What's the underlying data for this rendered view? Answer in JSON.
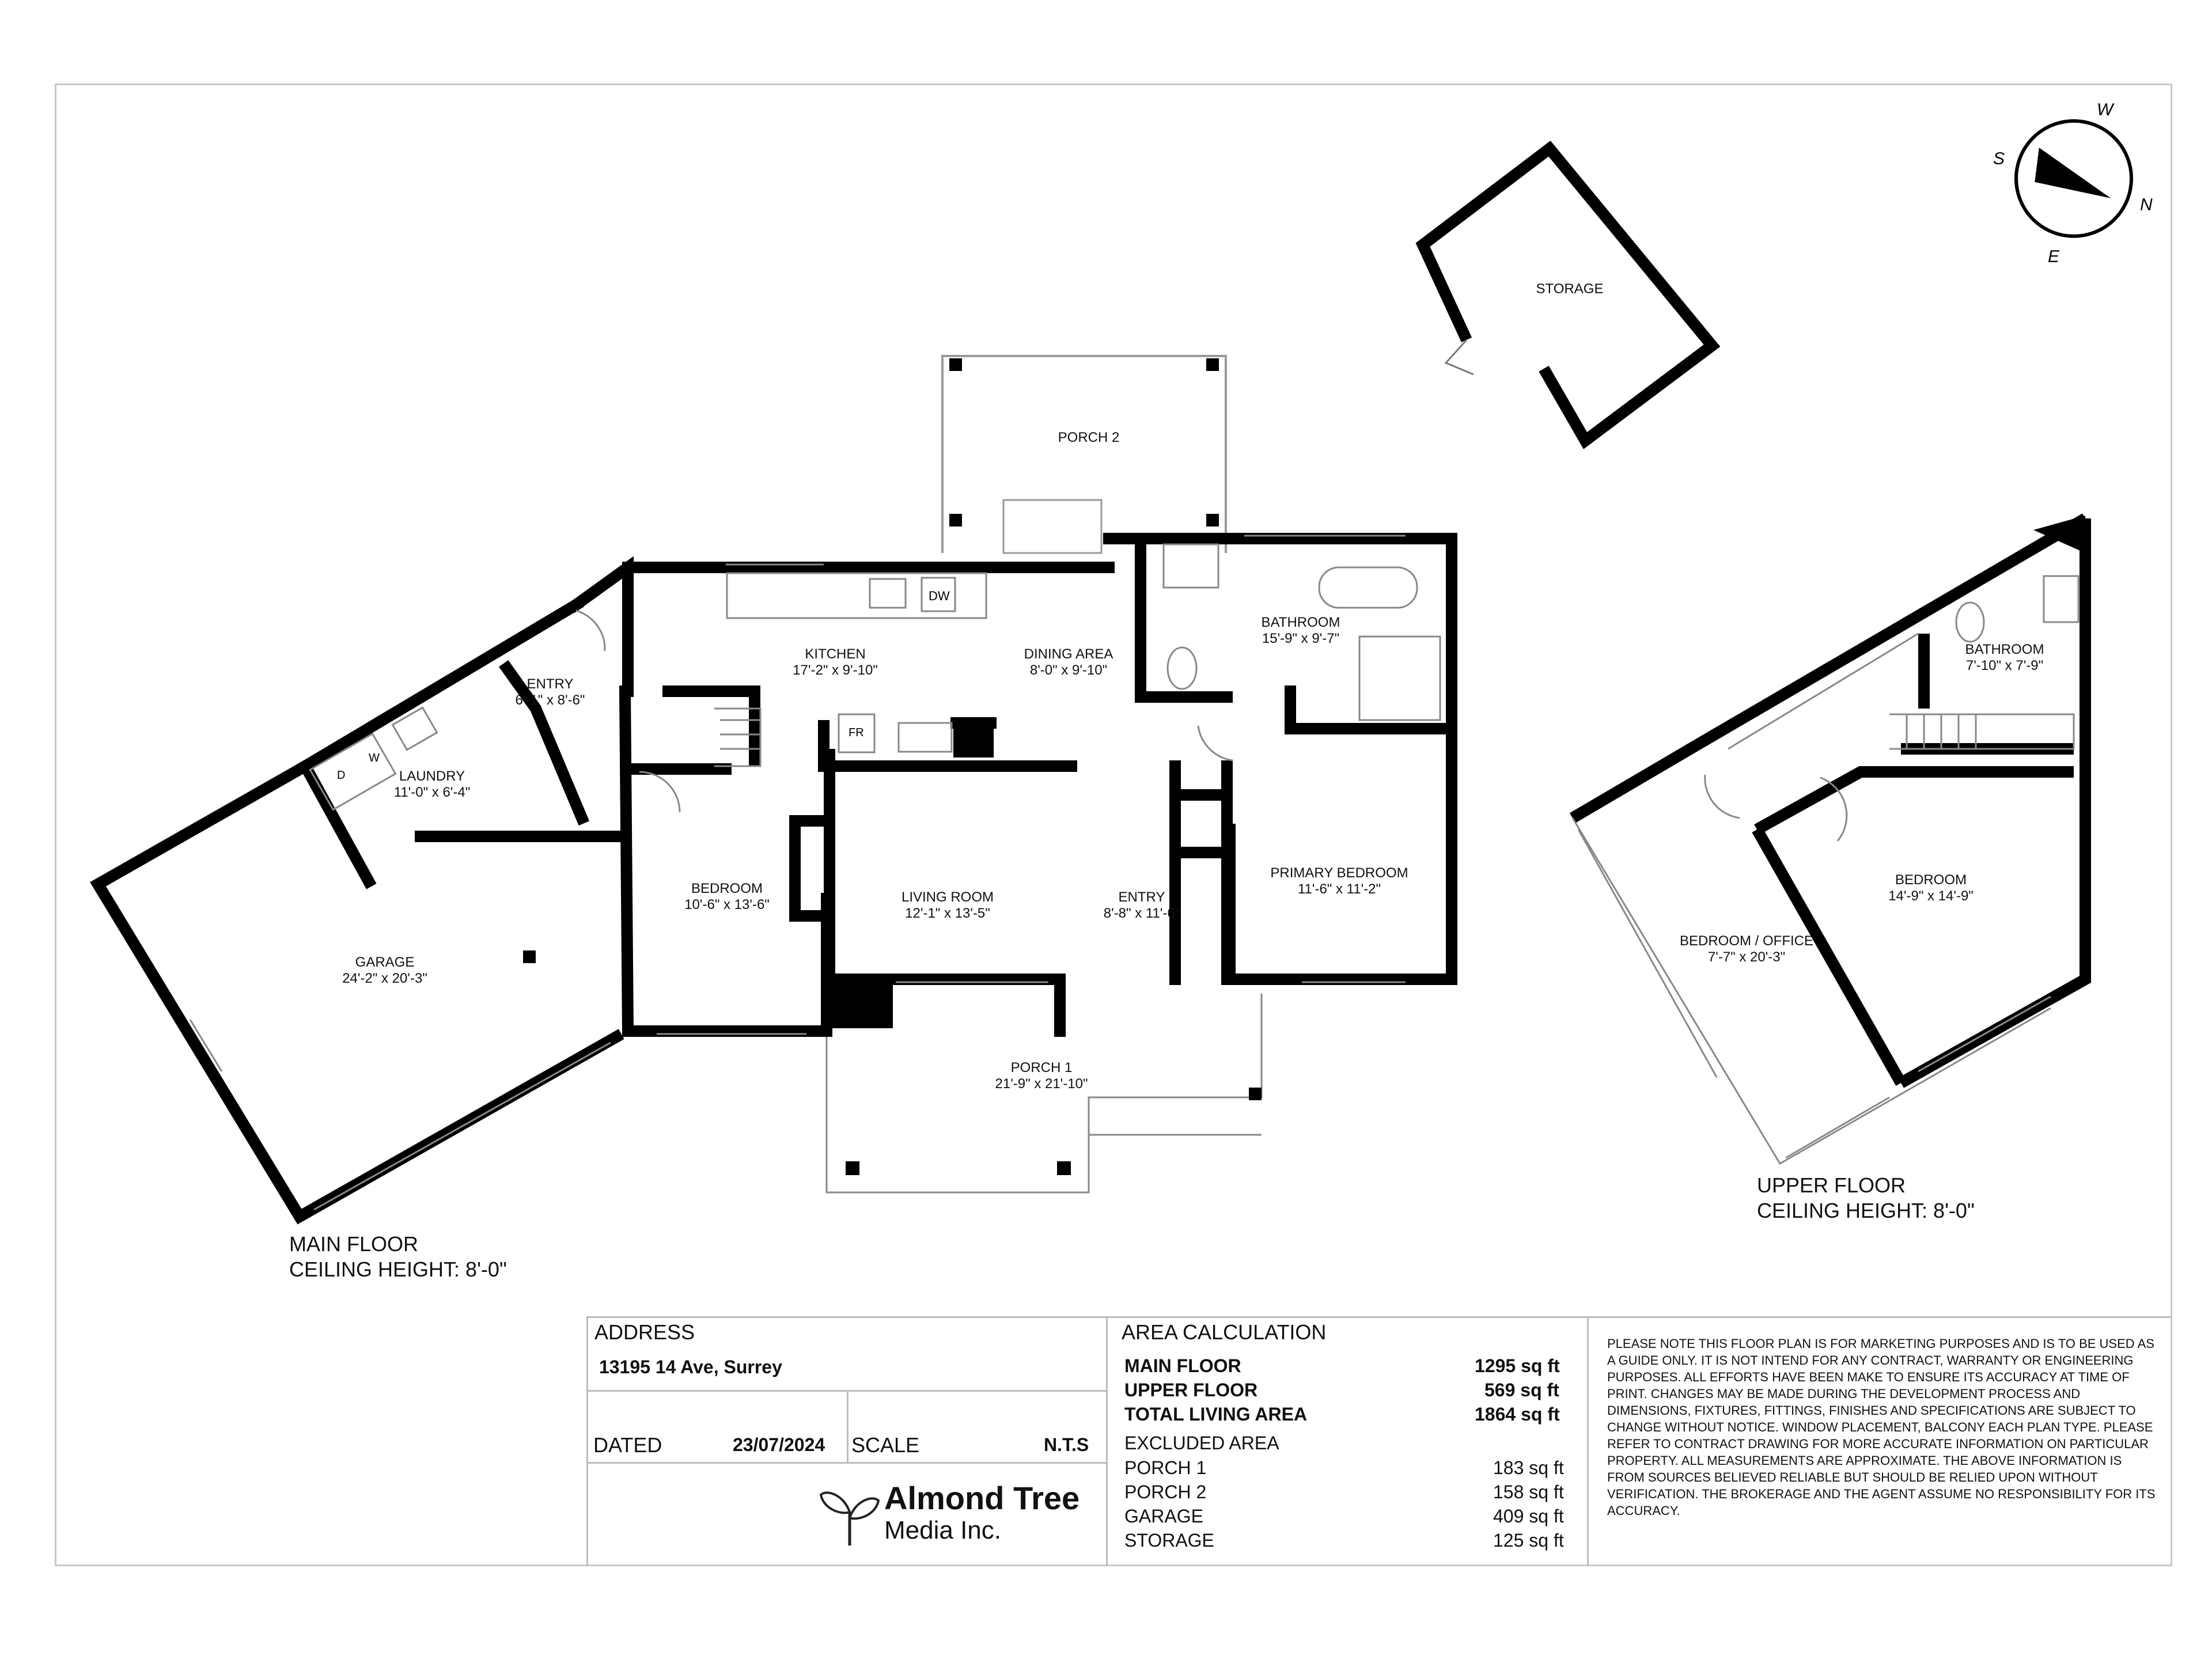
{
  "rooms": {
    "storage": {
      "name": "STORAGE"
    },
    "porch2": {
      "name": "PORCH 2"
    },
    "kitchen": {
      "name": "KITCHEN",
      "dims": "17'-2\" x 9'-10\""
    },
    "dining": {
      "name": "DINING AREA",
      "dims": "8'-0\" x 9'-10\""
    },
    "bathroom_main": {
      "name": "BATHROOM",
      "dims": "15'-9\" x 9'-7\""
    },
    "entry_side": {
      "name": "ENTRY",
      "dims": "6'-1\" x 8'-6\""
    },
    "laundry": {
      "name": "LAUNDRY",
      "dims": "11'-0\" x 6'-4\""
    },
    "bedroom_main": {
      "name": "BEDROOM",
      "dims": "10'-6\" x 13'-6\""
    },
    "living": {
      "name": "LIVING ROOM",
      "dims": "12'-1\" x 13'-5\""
    },
    "entry_front": {
      "name": "ENTRY",
      "dims": "8'-8\" x 11'-6\""
    },
    "primary_bedroom": {
      "name": "PRIMARY BEDROOM",
      "dims": "11'-6\" x 11'-2\""
    },
    "garage": {
      "name": "GARAGE",
      "dims": "24'-2\" x 20'-3\""
    },
    "porch1": {
      "name": "PORCH 1",
      "dims": "21'-9\" x 21'-10\""
    },
    "bathroom_upper": {
      "name": "BATHROOM",
      "dims": "7'-10\" x 7'-9\""
    },
    "bedroom_upper": {
      "name": "BEDROOM",
      "dims": "14'-9\" x 14'-9\""
    },
    "bedroom_office": {
      "name": "BEDROOM / OFFICE",
      "dims": "7'-7\" x 20'-3\""
    }
  },
  "fixtures": {
    "dishwasher": "DW",
    "fridge": "FR",
    "dryer": "D",
    "washer": "W"
  },
  "compass": {
    "n": "N",
    "s": "S",
    "e": "E",
    "w": "W"
  },
  "floors": {
    "main": {
      "name": "MAIN FLOOR",
      "ceiling": "CEILING HEIGHT: 8'-0\""
    },
    "upper": {
      "name": "UPPER FLOOR",
      "ceiling": "CEILING HEIGHT: 8'-0\""
    }
  },
  "titleblock": {
    "address_label": "ADDRESS",
    "address": "13195 14 Ave, Surrey",
    "dated_label": "DATED",
    "date": "23/07/2024",
    "scale_label": "SCALE",
    "scale": "N.T.S",
    "logo_line1": "Almond Tree",
    "logo_line2": "Media Inc.",
    "area_title": "AREA CALCULATION",
    "main_floor_label": "MAIN FLOOR",
    "main_floor_value": "1295 sq ft",
    "upper_floor_label": "UPPER FLOOR",
    "upper_floor_value": "569 sq ft",
    "total_label": "TOTAL LIVING AREA",
    "total_value": "1864 sq ft",
    "excluded_label": "EXCLUDED AREA",
    "porch1_label": "PORCH 1",
    "porch1_value": "183 sq ft",
    "porch2_label": "PORCH 2",
    "porch2_value": "158 sq ft",
    "garage_label": "GARAGE",
    "garage_value": "409 sq ft",
    "storage_label": "STORAGE",
    "storage_value": "125 sq ft",
    "disclaimer": "PLEASE NOTE THIS FLOOR PLAN IS FOR MARKETING PURPOSES AND IS TO BE USED AS A GUIDE ONLY. IT IS NOT INTEND FOR ANY CONTRACT, WARRANTY OR ENGINEERING PURPOSES. ALL EFFORTS HAVE BEEN MAKE TO ENSURE ITS ACCURACY AT TIME OF PRINT. CHANGES MAY BE MADE DURING THE DEVELOPMENT PROCESS AND DIMENSIONS, FIXTURES, FITTINGS, FINISHES AND SPECIFICATIONS ARE SUBJECT TO CHANGE WITHOUT NOTICE. WINDOW PLACEMENT, BALCONY EACH PLAN TYPE. PLEASE REFER TO CONTRACT DRAWING FOR MORE ACCURATE INFORMATION ON PARTICULAR PROPERTY. ALL MEASUREMENTS ARE APPROXIMATE. THE ABOVE INFORMATION IS FROM SOURCES BELIEVED RELIABLE BUT SHOULD BE RELIED UPON WITHOUT VERIFICATION. THE BROKERAGE AND THE AGENT ASSUME NO RESPONSIBILITY FOR ITS ACCURACY."
  }
}
